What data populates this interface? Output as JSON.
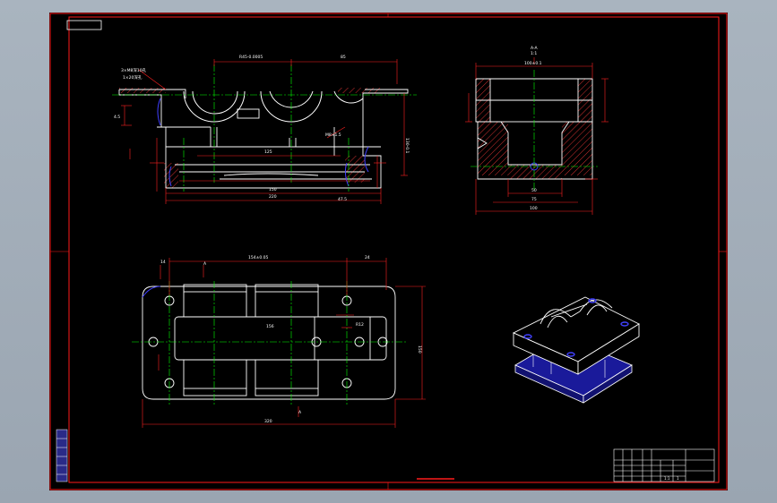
{
  "drawing": {
    "dims_front": {
      "top_a": "R45-0.0005",
      "top_b": "85",
      "width_a": "125",
      "width_b": "150",
      "width_c": "220",
      "height_a": "4.5",
      "height_b": "130-0.1",
      "right_mark": "47.5"
    },
    "notes": {
      "note1": "3×M8深10孔",
      "note2": "1×20深孔",
      "note3": "M8×1.5"
    },
    "section": {
      "label": "A-A",
      "scale": "1:1",
      "dim_top": "100±0.1",
      "dim_bottom_a": "50",
      "dim_bottom_b": "75",
      "dim_bottom_c": "100"
    },
    "dims_plan": {
      "top": "154±0.05",
      "right": "24",
      "center": "156",
      "side": "150",
      "bottom": "320",
      "hole": "14",
      "bolt": "R12",
      "marker_a": "A",
      "marker_b": "A"
    },
    "title_block": {
      "scale": "1:1",
      "sheet": "1"
    }
  }
}
